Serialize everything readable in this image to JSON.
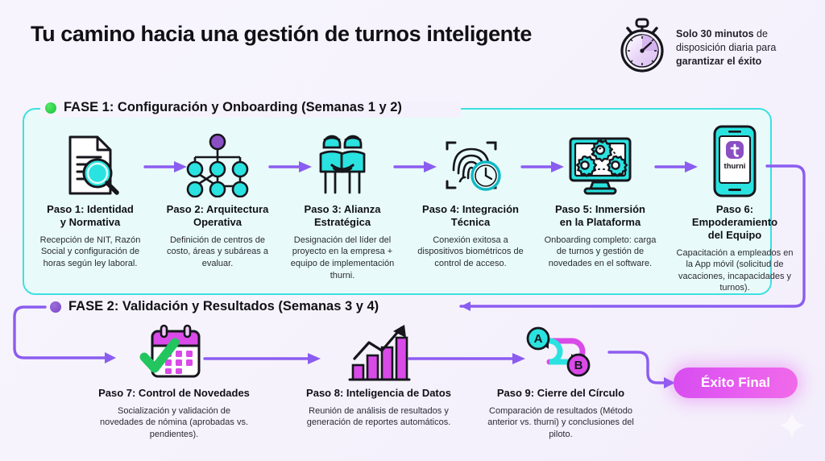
{
  "header": {
    "title": "Tu camino hacia una gestión de turnos inteligente",
    "watch_icon": "stopwatch-icon",
    "note_line1_strong": "Solo 30 minutos",
    "note_line1_rest": " de",
    "note_line2": "disposición diaria para",
    "note_line3_strong": "garantizar el éxito"
  },
  "phases": [
    {
      "id": "fase-1",
      "label": "FASE 1: Configuración y Onboarding (Semanas 1 y 2)",
      "dot_color": "#2ecc4a",
      "border_color": "#3ee0e0",
      "fill_color": "#e8fbfa"
    },
    {
      "id": "fase-2",
      "label": "FASE 2: Validación y Resultados (Semanas 3 y 4)",
      "dot_color": "#7c48c8",
      "border_color": "#8b5cf0",
      "fill_color": "transparent"
    }
  ],
  "steps": [
    {
      "n": 1,
      "icon": "document-magnifier-icon",
      "title": "Paso 1: Identidad\ny Normativa",
      "desc": "Recepción de NIT, Razón Social y configuración de horas según ley laboral."
    },
    {
      "n": 2,
      "icon": "org-chart-icon",
      "title": "Paso 2: Arquitectura\nOperativa",
      "desc": "Definición de centros de costo, áreas y subáreas a evaluar."
    },
    {
      "n": 3,
      "icon": "handshake-icon",
      "title": "Paso 3: Alianza\nEstratégica",
      "desc": "Designación del líder del proyecto en la empresa + equipo de implementación thurni."
    },
    {
      "n": 4,
      "icon": "fingerprint-clock-icon",
      "title": "Paso 4: Integración\nTécnica",
      "desc": "Conexión exitosa a dispositivos biométricos de control de acceso."
    },
    {
      "n": 5,
      "icon": "monitor-gears-icon",
      "title": "Paso 5: Inmersión\nen la Plataforma",
      "desc": "Onboarding completo: carga de turnos y gestión de novedades en el software."
    },
    {
      "n": 6,
      "icon": "mobile-app-icon",
      "title": "Paso 6:\nEmpoderamiento\ndel Equipo",
      "desc": "Capacitación a empleados en la App móvil (solicitud de vacaciones, incapacidades y turnos)."
    },
    {
      "n": 7,
      "icon": "calendar-check-icon",
      "title": "Paso 7: Control de Novedades",
      "desc": "Socialización y validación de novedades de nómina (aprobadas vs. pendientes)."
    },
    {
      "n": 8,
      "icon": "bar-chart-growth-icon",
      "title": "Paso 8: Inteligencia de Datos",
      "desc": "Reunión de análisis de resultados y generación de reportes automáticos."
    },
    {
      "n": 9,
      "icon": "ab-comparison-loop-icon",
      "title": "Paso 9: Cierre del Círculo",
      "desc": "Comparación de resultados (Método anterior vs. thurni) y conclusiones del piloto."
    }
  ],
  "app": {
    "brand": "thurni",
    "logo_letter": "t"
  },
  "loop_labels": {
    "a": "A",
    "b": "B"
  },
  "final": {
    "label": "Éxito Final"
  },
  "colors": {
    "cyan": "#2ae3e0",
    "purple": "#8b5cf0",
    "magenta": "#d94ae8",
    "green": "#2ecc4a",
    "ink": "#101015",
    "bg": "#f6f3fc"
  }
}
